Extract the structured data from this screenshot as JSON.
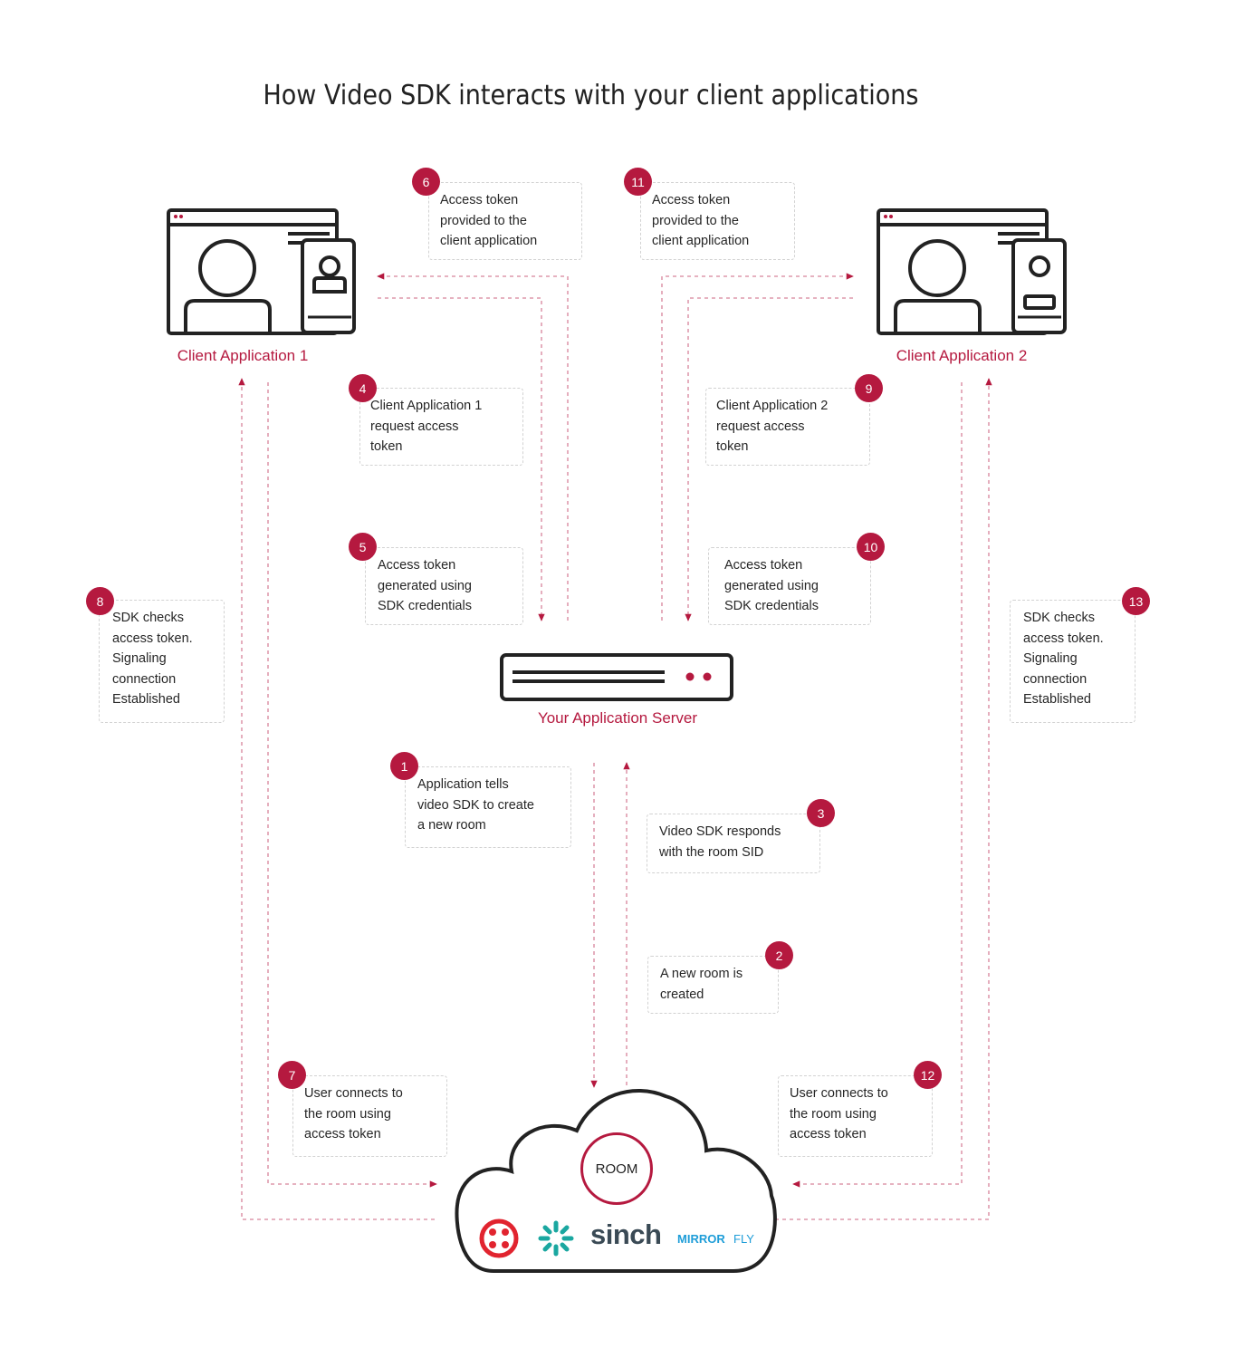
{
  "title": "How Video SDK interacts with your client applications",
  "nodes": {
    "client1": "Client Application 1",
    "client2": "Client Application 2",
    "server": "Your Application Server",
    "room": "ROOM"
  },
  "steps": [
    {
      "num": "1",
      "lines": [
        "Application tells",
        "video SDK to create",
        "a new room"
      ]
    },
    {
      "num": "2",
      "lines": [
        "A new room is",
        "created"
      ]
    },
    {
      "num": "3",
      "lines": [
        "Video SDK responds",
        "with the room SID"
      ]
    },
    {
      "num": "4",
      "lines": [
        "Client Application 1",
        "request access",
        "token"
      ]
    },
    {
      "num": "5",
      "lines": [
        "Access token",
        "generated using",
        "SDK credentials"
      ]
    },
    {
      "num": "6",
      "lines": [
        "Access token",
        "provided to the",
        "client application"
      ]
    },
    {
      "num": "7",
      "lines": [
        "User connects to",
        "the room using",
        "access token"
      ]
    },
    {
      "num": "8",
      "lines": [
        "SDK checks",
        "access token.",
        "Signaling",
        "connection",
        "Established"
      ]
    },
    {
      "num": "9",
      "lines": [
        "Client Application 2",
        "request access",
        "token"
      ]
    },
    {
      "num": "10",
      "lines": [
        "Access token",
        "generated using",
        "SDK credentials"
      ]
    },
    {
      "num": "11",
      "lines": [
        "Access token",
        "provided to the",
        "client application"
      ]
    },
    {
      "num": "12",
      "lines": [
        "User connects to",
        "the room using",
        "access token"
      ]
    },
    {
      "num": "13",
      "lines": [
        "SDK checks",
        "access token.",
        "Signaling",
        "connection",
        "Established"
      ]
    }
  ],
  "brands": {
    "sinch": "sinch",
    "mirror": "MIRROR",
    "fly": "FLY"
  },
  "colors": {
    "accent": "#b5193f",
    "line": "#222222",
    "twilio": "#e1242f",
    "sinch": "#3a4a55",
    "mirrorfly": "#1e9dd8",
    "teal": "#1aa7a0"
  }
}
